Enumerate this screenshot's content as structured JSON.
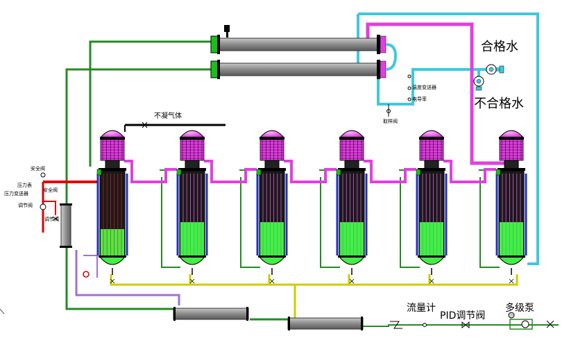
{
  "labels": {
    "qualified_water": "合格水",
    "unqualified_water": "不合格水",
    "non_condensable_gas": "不凝气体",
    "safety_valve_1": "安全阀",
    "pressure_gauge": "压力表",
    "pressure_transmitter": "压力变送器",
    "safety_valve_2": "安全阀",
    "regulating_valve_1": "调节阀",
    "regulating_valve_2": "调节阀",
    "temperature_transmitter": "温度变送器",
    "conductivity_meter": "电导率",
    "sampling_valve": "取样阀",
    "flow_meter": "流量计",
    "pid_valve": "PID调节阀",
    "multistage_pump": "多级泵"
  },
  "colors": {
    "steam_line": "#e040e0",
    "feed_line": "#228b22",
    "drain_line": "#cccc00",
    "cooling_line": "#40c8e0",
    "red_line": "#e00000",
    "purple_line": "#a070d0",
    "column_body": "#1a1a1a",
    "liquid": "#44ee44",
    "tube_red": "#d82020",
    "tube_green": "#20d040",
    "shell": "#999999"
  },
  "effects": 6
}
